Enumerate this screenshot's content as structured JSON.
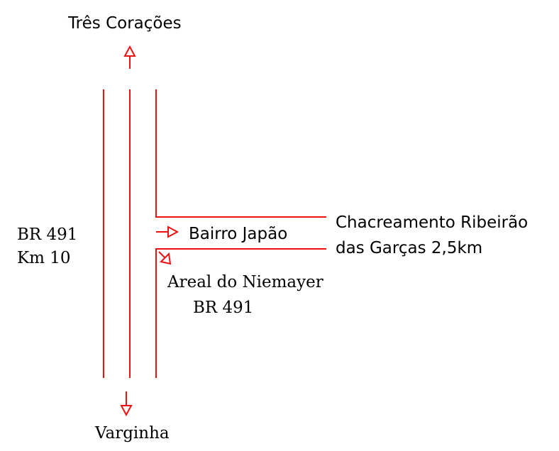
{
  "colors": {
    "road": "#ee1111",
    "text": "#000000",
    "background": "#ffffff"
  },
  "destinations": {
    "north": "Três Corações",
    "south": "Varginha"
  },
  "highway": {
    "line1": "BR 491",
    "line2": "Km 10"
  },
  "side_road": {
    "bairro_label": "Bairro Japão",
    "chacreamento_line1": "Chacreamento Ribeirão",
    "chacreamento_line2": "das Garças 2,5km",
    "areal_line1": "Areal do Niemayer",
    "areal_line2": "BR 491"
  }
}
